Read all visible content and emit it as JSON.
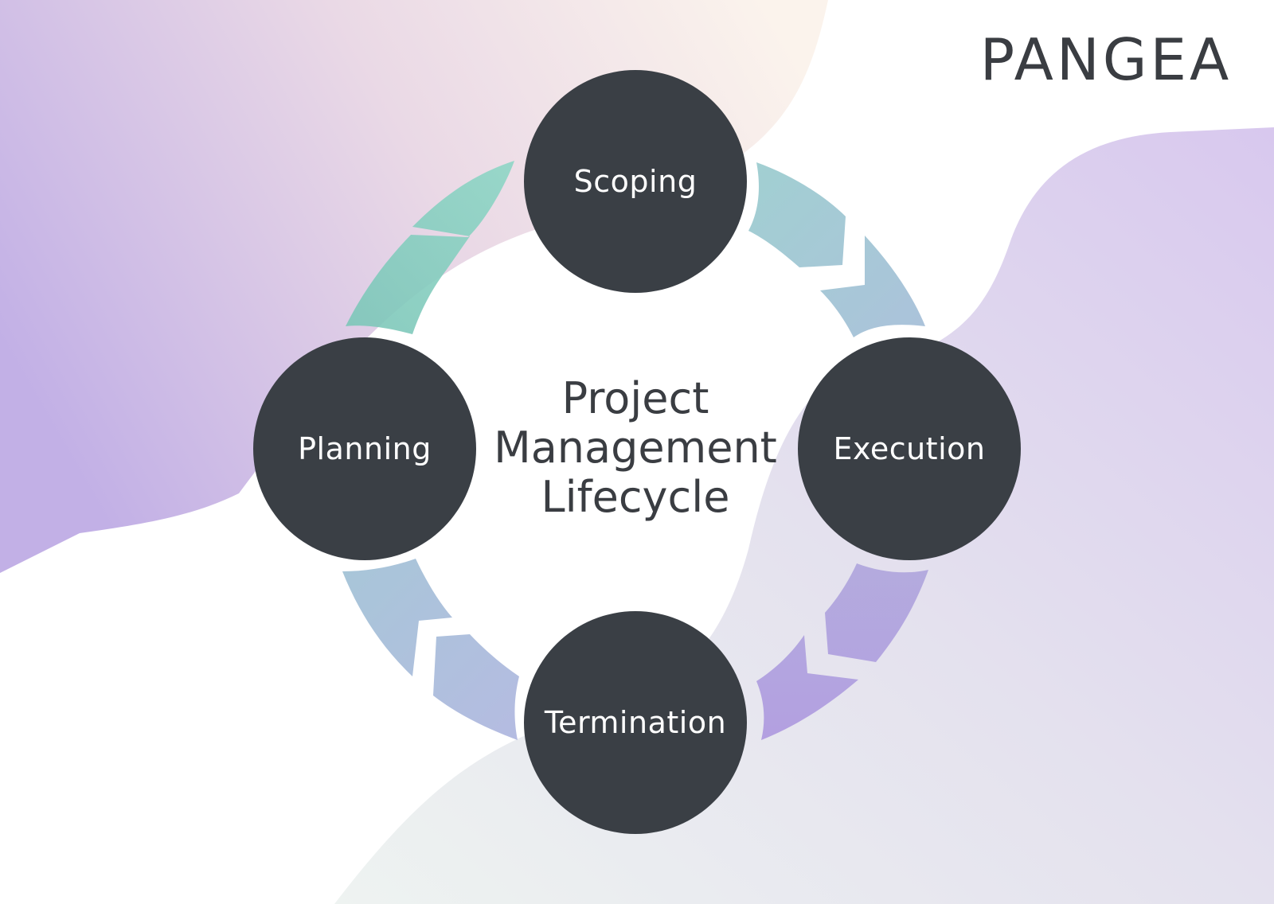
{
  "logo": {
    "text": "PANGEA"
  },
  "title": {
    "lines": [
      "Project",
      "Management",
      "Lifecycle"
    ]
  },
  "stages": [
    {
      "label": "Scoping"
    },
    {
      "label": "Execution"
    },
    {
      "label": "Termination"
    },
    {
      "label": "Planning"
    }
  ],
  "colors": {
    "circle": "#3a3f45",
    "text_dark": "#3a3d42",
    "arrow_teal": "#7fcdbd",
    "arrow_blue": "#a3c3d6",
    "arrow_purple": "#ad9edd",
    "accent_lavender": "#c4b1e6"
  }
}
